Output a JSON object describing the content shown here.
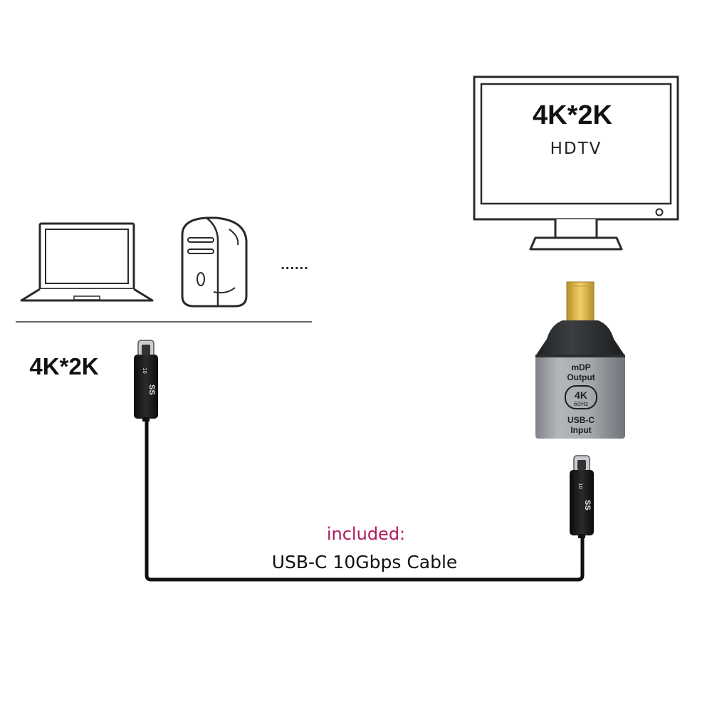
{
  "tv": {
    "resolution": "4K*2K",
    "type": "HDTV"
  },
  "source": {
    "resolution": "4K*2K",
    "ellipsis": "......"
  },
  "adapter": {
    "output_line1": "mDP",
    "output_line2": "Output",
    "badge_main": "4K",
    "badge_sub": "60Hz",
    "input_line1": "USB-C",
    "input_line2": "Input"
  },
  "connector": {
    "logo_text": "SS",
    "speed_mark": "10"
  },
  "cable": {
    "included_label": "included:",
    "cable_label": "USB-C 10Gbps Cable"
  },
  "colors": {
    "included_text": "#b0185c",
    "adapter_body": "#9fa3a8",
    "adapter_cap": "#2d2f31",
    "gold_plug": "#d9b23f",
    "line": "#1a1a1a"
  }
}
